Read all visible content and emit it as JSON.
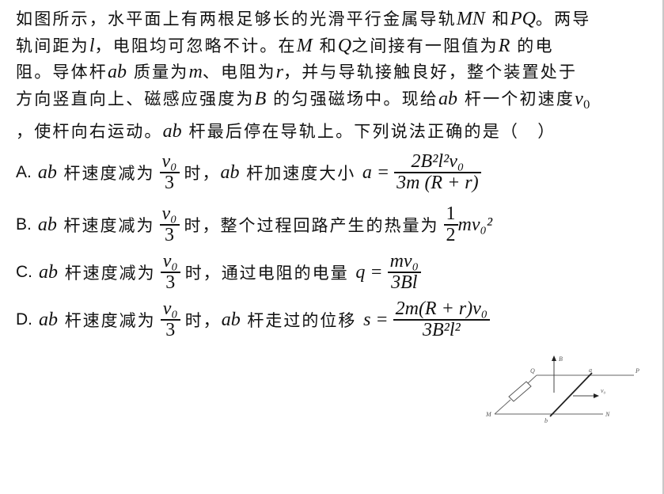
{
  "question": {
    "stem": {
      "line1_a": "如图所示，水平面上有两根足够长的光滑平行金属导轨",
      "rail1": "MN",
      "line1_b": "和",
      "rail2": "PQ",
      "line1_c": "。两导",
      "line2_a": "轨间距为",
      "var_l": "l",
      "line2_b": "，电阻均可忽略不计。在",
      "pt_M": "M",
      "line2_c": "和",
      "pt_Q": "Q",
      "line2_d": "之间接有一阻值为",
      "var_R": "R",
      "line2_e": "的电",
      "line3_a": "阻。导体杆",
      "rod": "ab",
      "line3_b": "质量为",
      "var_m": "m",
      "line3_c": "、电阻为",
      "var_r": "r",
      "line3_d": "，并与导轨接触良好，整个装置处于",
      "line4_a": "方向竖直向上、磁感应强度为",
      "var_B": "B",
      "line4_b": "的匀强磁场中。现给",
      "line4_c": "杆一个初速度",
      "var_v": "v",
      "sub_0": "0",
      "line5_a": "，使杆向右运动。",
      "line5_b": "杆最后停在导轨上。下列说法正确的是（　）"
    },
    "options": [
      {
        "letter": "A.",
        "rod": "ab",
        "prefix": "杆速度减为",
        "cond_num": "v₀",
        "cond_den": "3",
        "mid": "时，",
        "rod2": "ab",
        "text": "杆加速度大小",
        "lhs": "a =",
        "num": "2B²l²v₀",
        "den": "3m (R + r)"
      },
      {
        "letter": "B.",
        "rod": "ab",
        "prefix": "杆速度减为",
        "cond_num": "v₀",
        "cond_den": "3",
        "mid": "时，",
        "text": "整个过程回路产生的热量为",
        "coef_num": "1",
        "coef_den": "2",
        "tail": "mv₀²"
      },
      {
        "letter": "C.",
        "rod": "ab",
        "prefix": "杆速度减为",
        "cond_num": "v₀",
        "cond_den": "3",
        "mid": "时，",
        "text": "通过电阻的电量",
        "lhs": "q =",
        "num": "mv₀",
        "den": "3Bl"
      },
      {
        "letter": "D.",
        "rod": "ab",
        "prefix": "杆速度减为",
        "cond_num": "v₀",
        "cond_den": "3",
        "mid": "时，",
        "rod2": "ab",
        "text": "杆走过的位移",
        "lhs": "s =",
        "num": "2m(R + r)v₀",
        "den": "3B²l²"
      }
    ]
  },
  "diagram": {
    "labels": {
      "B": "B",
      "Q": "Q",
      "a": "a",
      "P": "P",
      "v0": "v₀",
      "M": "M",
      "b": "b",
      "N": "N"
    },
    "line_color": "#555555"
  }
}
